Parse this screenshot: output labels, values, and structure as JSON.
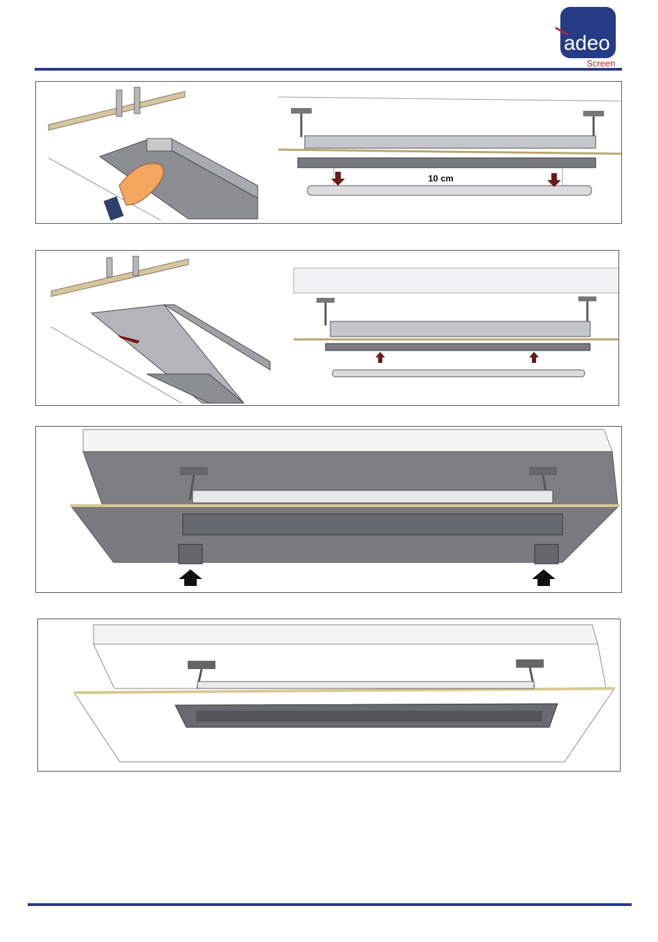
{
  "header": {
    "logo": {
      "word": "adeo",
      "sub": "Screen",
      "badge_color": "#253b86",
      "accent_color": "#b32626"
    },
    "rule_color": "#2a3a8c"
  },
  "steps": [
    {
      "id": "step-1",
      "dimension_label": "10 cm"
    },
    {
      "id": "step-2"
    },
    {
      "id": "step-3"
    },
    {
      "id": "step-4"
    }
  ],
  "footer": {
    "rule_color": "#2a3a8c"
  }
}
